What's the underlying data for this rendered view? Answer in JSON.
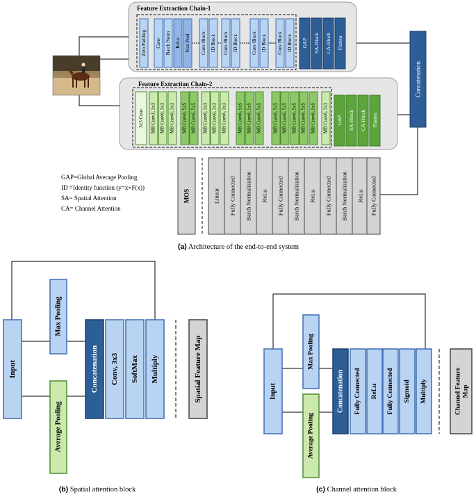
{
  "colors": {
    "panel_fill": "#e6e6e6",
    "panel_stroke": "#9a9a9a",
    "blue_light": "#b9d3f3",
    "blue_mid": "#8fb4e8",
    "blue_dark": "#2e5e96",
    "blue_stroke": "#3f6fb3",
    "green_pale": "#eaf6dd",
    "green_light": "#cbe9ad",
    "green_mid": "#8cc866",
    "green_dark": "#5ba53b",
    "green_stroke": "#4e8a35",
    "gray_box": "#d4d4d4",
    "line": "#000000"
  },
  "chain1": {
    "title": "Feature Extraction Chain-1",
    "blocks": [
      "Zero Padding",
      "Conv",
      "Batch Norm",
      "ReLu",
      "Max Pool",
      "Conv Block",
      "ID Block",
      "Conv Block",
      "ID Block",
      "Conv Block",
      "ID Block",
      "Conv Block",
      "ID Block"
    ],
    "head": [
      "GAP",
      "SA-Block",
      "CA-Block",
      "Flatten"
    ]
  },
  "chain2": {
    "title": "Feature Extraction Chain-2",
    "first": "3x3 Conv",
    "blocks": [
      "MB Conv1, 3x3",
      "MB Conv6, 3x3",
      "MB Conv6, 3x3",
      "MB Conv6, 5x5",
      "MB Conv6, 5x5",
      "MB Conv6, 3x3",
      "MB Conv6, 3x3",
      "MB Conv6, 3x3",
      "MB Conv6, 5x5",
      "MB Conv6, 5x5",
      "MB Conv6, 5x5",
      "MB Conv6, 5x5",
      "MB Conv6, 5x5",
      "MB Conv6, 5x5",
      "MB Conv6, 5x5",
      "MB Conv6, 5x5",
      "MB Conv6, 3x3"
    ],
    "head": [
      "GAP",
      "SA-Block",
      "CA-Block",
      "Flatten"
    ]
  },
  "concat_label": "Concatenation",
  "mos_label": "MOS",
  "regression_head": [
    "Linear",
    "Fully Connected",
    "Batch Normalization",
    "ReLu",
    "Fully Connected",
    "Batch Normalization",
    "ReLu",
    "Fully Connected",
    "Batch Normalization",
    "ReLu",
    "Fully Connected"
  ],
  "legend": [
    "GAP=Global Average Pooling",
    "ID =Identity function (y=x+F(x))",
    "SA= Spatial Attention",
    "CA= Channel Attention"
  ],
  "caption_a": {
    "letter": "(a)",
    "text": " Architecture of the end-to-end system"
  },
  "spatial": {
    "input": "Input",
    "max_pool": "Max Pooling",
    "avg_pool": "Average Pooling",
    "concat": "Concatenation",
    "layers": [
      "Conv, 3x3",
      "SoftMax",
      "Multiply"
    ],
    "output": "Spatial Feature Map"
  },
  "caption_b": {
    "letter": "(b)",
    "text": " Spatial attention block"
  },
  "channel": {
    "input": "Input",
    "max_pool": "Max Pooling",
    "avg_pool": "Average Pooling",
    "concat": "Concatenation",
    "layers": [
      "Fully Connected",
      "ReLu",
      "Fully Connected",
      "Sigmoid",
      "Multiply"
    ],
    "output": "Channel Feature Map"
  },
  "caption_c": {
    "letter": "(c)",
    "text": " Channel attention block"
  }
}
